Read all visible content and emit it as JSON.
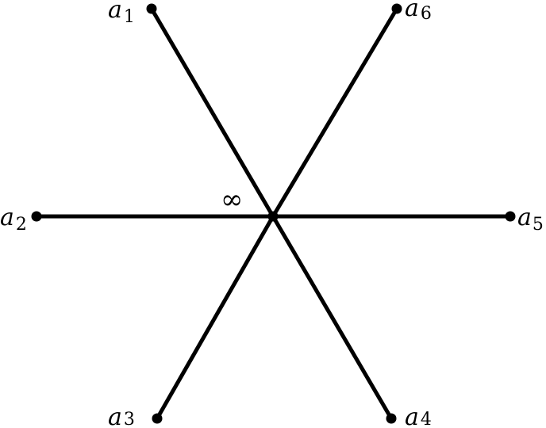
{
  "diagram": {
    "center": {
      "label": "∞"
    },
    "nodes": [
      {
        "base": "a",
        "sub": "1"
      },
      {
        "base": "a",
        "sub": "2"
      },
      {
        "base": "a",
        "sub": "3"
      },
      {
        "base": "a",
        "sub": "4"
      },
      {
        "base": "a",
        "sub": "5"
      },
      {
        "base": "a",
        "sub": "6"
      }
    ],
    "edges": [
      {
        "from": "center",
        "to": "a1"
      },
      {
        "from": "center",
        "to": "a2"
      },
      {
        "from": "center",
        "to": "a3"
      },
      {
        "from": "center",
        "to": "a4"
      },
      {
        "from": "center",
        "to": "a5"
      },
      {
        "from": "center",
        "to": "a6"
      }
    ]
  }
}
